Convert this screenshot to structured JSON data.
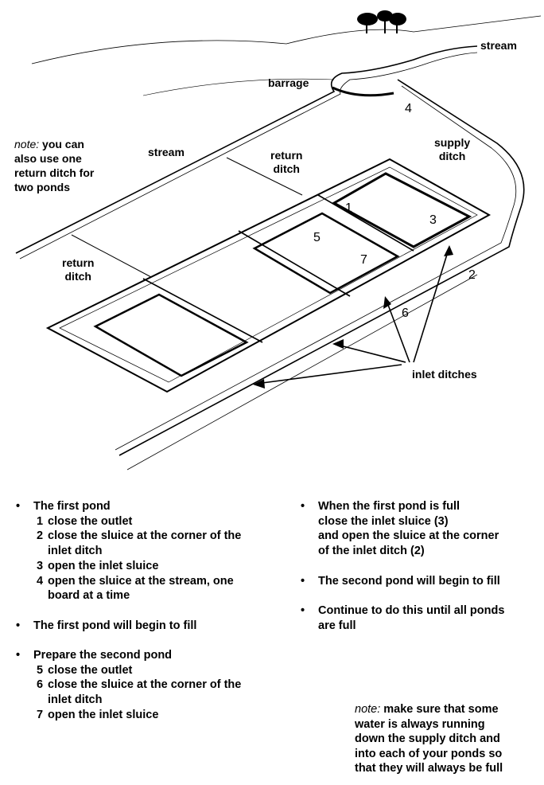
{
  "diagram_labels": {
    "stream_top": "stream",
    "barrage": "barrage",
    "supply_ditch": [
      "supply",
      "ditch"
    ],
    "stream_left": "stream",
    "return_ditch_upper": [
      "return",
      "ditch"
    ],
    "return_ditch_lower": [
      "return",
      "ditch"
    ],
    "inlet_ditches": "inlet ditches",
    "note_prefix": "note:",
    "note_lines": [
      " you can",
      "also use one",
      "return ditch for",
      "two ponds"
    ],
    "numbers": {
      "n1": "1",
      "n2": "2",
      "n3": "3",
      "n4": "4",
      "n5": "5",
      "n6": "6",
      "n7": "7"
    }
  },
  "instructions": {
    "left": {
      "first_pond": {
        "title": "The first pond",
        "steps": [
          {
            "n": "1",
            "lines": [
              "close the outlet"
            ]
          },
          {
            "n": "2",
            "lines": [
              "close the sluice at the corner of the",
              "inlet ditch"
            ]
          },
          {
            "n": "3",
            "lines": [
              "open the inlet sluice"
            ]
          },
          {
            "n": "4",
            "lines": [
              "open the sluice at the stream, one",
              "board at a time"
            ]
          }
        ]
      },
      "fill": "The first pond will begin to fill",
      "second_pond": {
        "title": "Prepare the second pond",
        "steps": [
          {
            "n": "5",
            "lines": [
              "close the outlet"
            ]
          },
          {
            "n": "6",
            "lines": [
              "close the sluice at the corner of the",
              "inlet ditch"
            ]
          },
          {
            "n": "7",
            "lines": [
              "open the inlet sluice"
            ]
          }
        ]
      }
    },
    "right": {
      "when_full": [
        "When the first pond is full",
        "close the inlet sluice (3)",
        "and open the sluice at the corner",
        "of the inlet ditch (2)"
      ],
      "second_fill": "The second pond will begin to fill",
      "continue": [
        "Continue to do this until all ponds",
        "are full"
      ]
    },
    "bullet": "•",
    "note": {
      "prefix": "note:",
      "lines": [
        " make sure that some",
        "water is always running",
        "down the supply ditch and",
        "into each of your ponds so",
        "that they will always be full"
      ]
    }
  }
}
